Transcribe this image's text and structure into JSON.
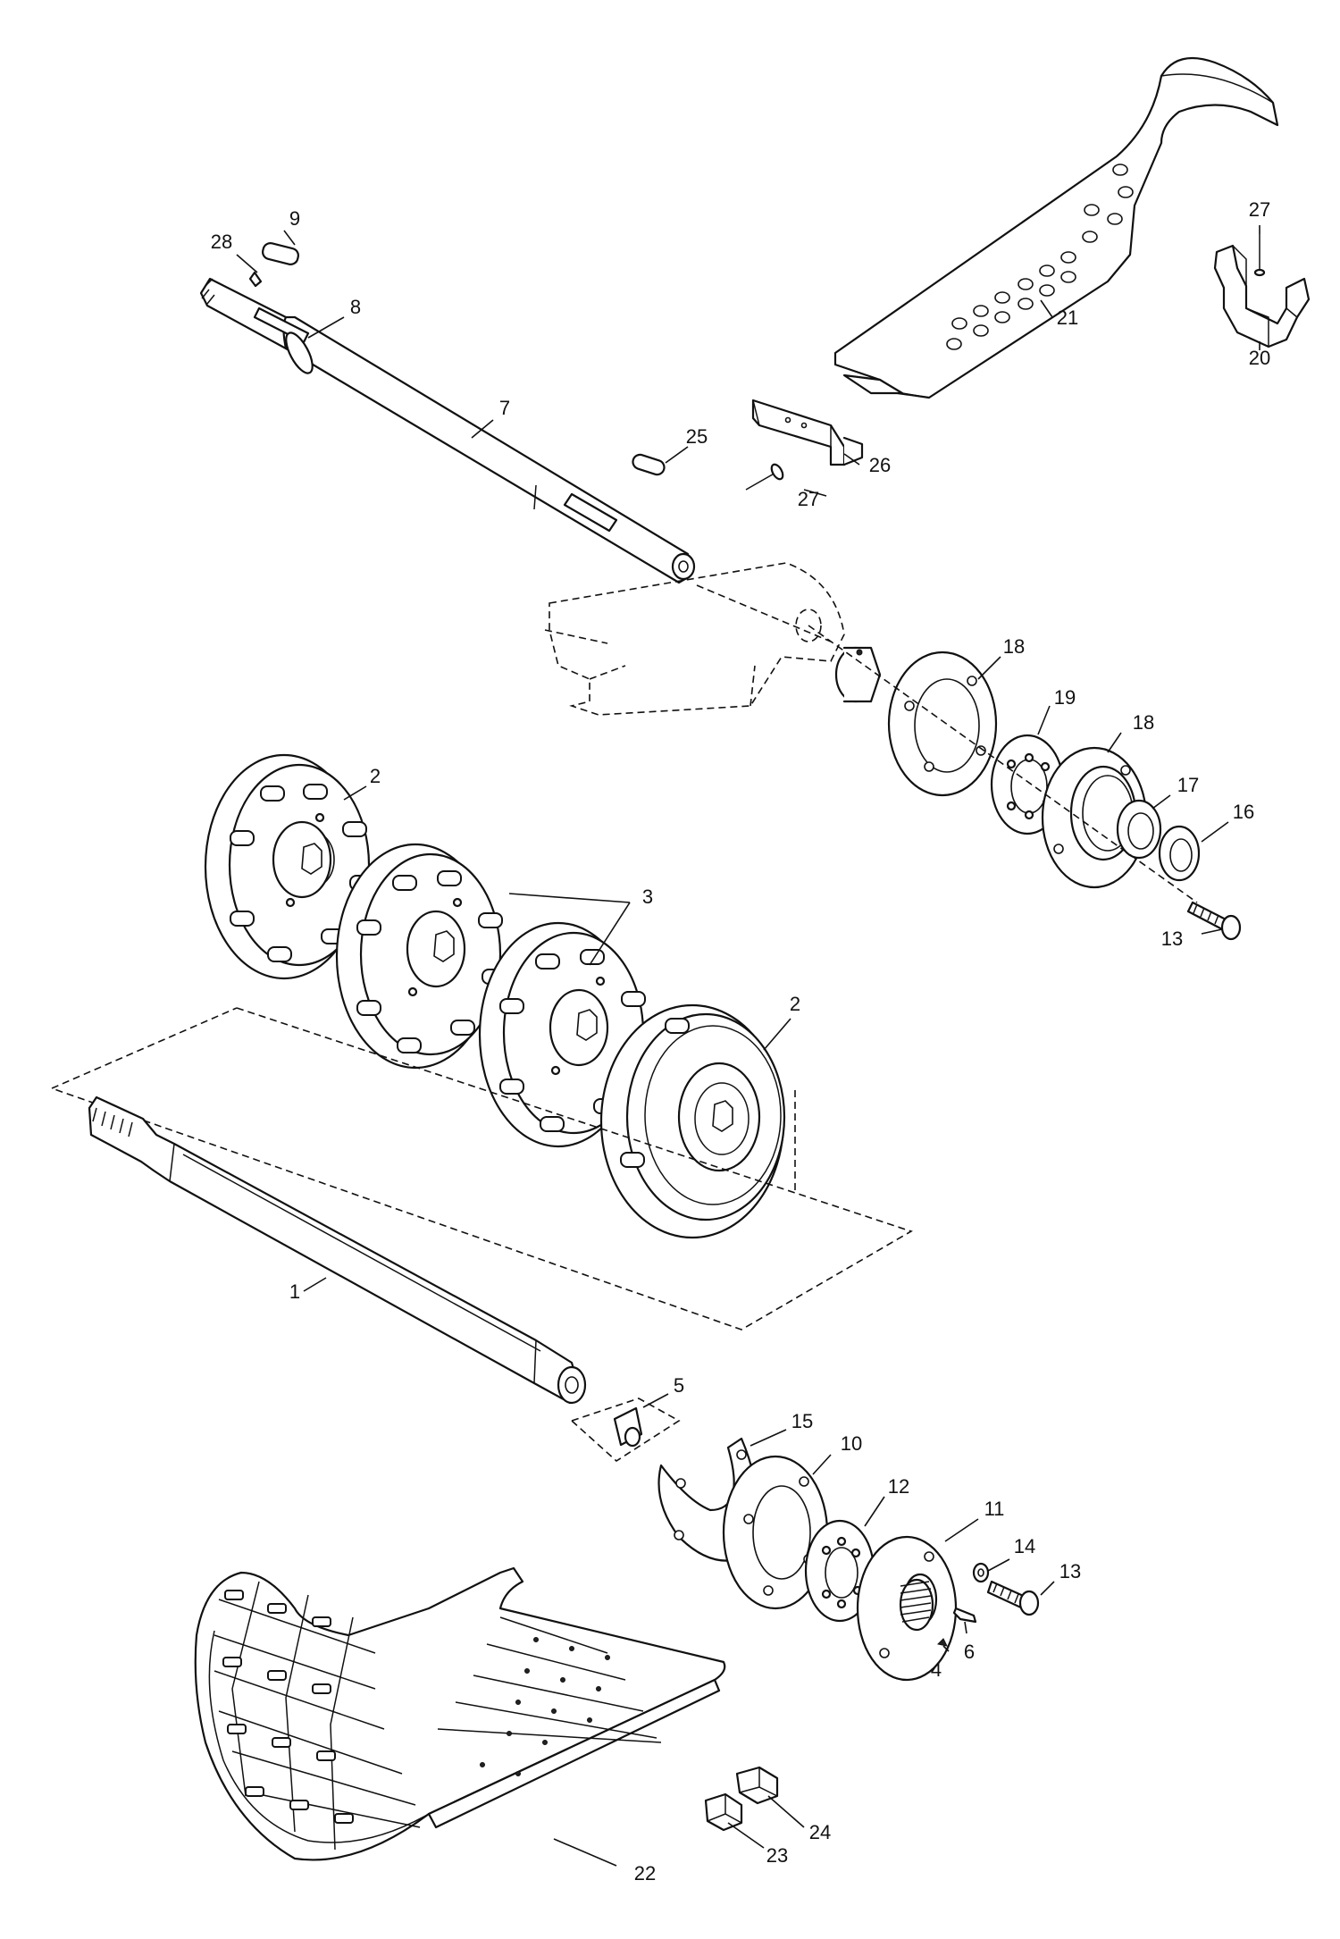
{
  "callouts": [
    {
      "id": "c1",
      "label": "1"
    },
    {
      "id": "c2a",
      "label": "2"
    },
    {
      "id": "c2b",
      "label": "2"
    },
    {
      "id": "c3",
      "label": "3"
    },
    {
      "id": "c4",
      "label": "4"
    },
    {
      "id": "c5",
      "label": "5"
    },
    {
      "id": "c6",
      "label": "6"
    },
    {
      "id": "c7",
      "label": "7"
    },
    {
      "id": "c8",
      "label": "8"
    },
    {
      "id": "c9",
      "label": "9"
    },
    {
      "id": "c10",
      "label": "10"
    },
    {
      "id": "c11",
      "label": "11"
    },
    {
      "id": "c12",
      "label": "12"
    },
    {
      "id": "c13a",
      "label": "13"
    },
    {
      "id": "c13b",
      "label": "13"
    },
    {
      "id": "c14",
      "label": "14"
    },
    {
      "id": "c15",
      "label": "15"
    },
    {
      "id": "c16",
      "label": "16"
    },
    {
      "id": "c17",
      "label": "17"
    },
    {
      "id": "c18a",
      "label": "18"
    },
    {
      "id": "c18b",
      "label": "18"
    },
    {
      "id": "c19",
      "label": "19"
    },
    {
      "id": "c20",
      "label": "20"
    },
    {
      "id": "c21",
      "label": "21"
    },
    {
      "id": "c22",
      "label": "22"
    },
    {
      "id": "c23",
      "label": "23"
    },
    {
      "id": "c24",
      "label": "24"
    },
    {
      "id": "c25",
      "label": "25"
    },
    {
      "id": "c26",
      "label": "26"
    },
    {
      "id": "c27a",
      "label": "27"
    },
    {
      "id": "c27b",
      "label": "27"
    },
    {
      "id": "c28",
      "label": "28"
    }
  ]
}
